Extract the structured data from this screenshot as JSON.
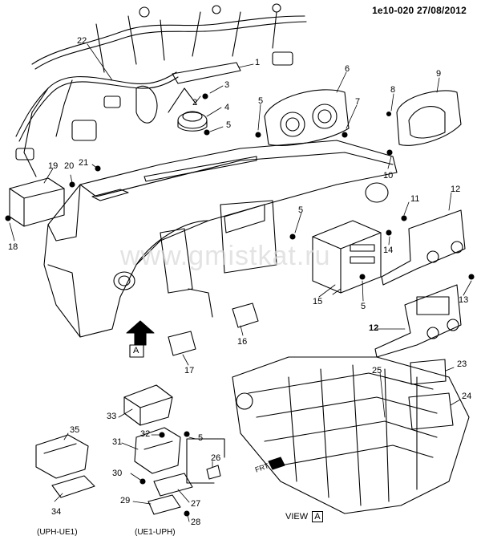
{
  "header": {
    "code": "1e10-020",
    "date": "27/08/2012"
  },
  "watermark": "www.gmistkat.ru",
  "view_label": "VIEW",
  "view_marker": "A",
  "arrow_marker": "A",
  "frt_label": "FRT",
  "captions": {
    "left": "(UPH-UE1)",
    "right": "(UE1-UPH)"
  },
  "callouts": {
    "c1": "1",
    "c2": "2",
    "c3": "3",
    "c4": "4",
    "c5a": "5",
    "c5b": "5",
    "c5c": "5",
    "c5d": "5",
    "c5e": "5",
    "c6": "6",
    "c7": "7",
    "c8": "8",
    "c9": "9",
    "c10": "10",
    "c11": "11",
    "c12a": "12",
    "c12b": "12",
    "c13": "13",
    "c14": "14",
    "c15": "15",
    "c16": "16",
    "c17": "17",
    "c18": "18",
    "c19": "19",
    "c20": "20",
    "c21": "21",
    "c22": "22",
    "c23": "23",
    "c24": "24",
    "c25": "25",
    "c26": "26",
    "c27": "27",
    "c28": "28",
    "c29": "29",
    "c30": "30",
    "c31": "31",
    "c32": "32",
    "c33": "33",
    "c34": "34",
    "c35": "35"
  }
}
